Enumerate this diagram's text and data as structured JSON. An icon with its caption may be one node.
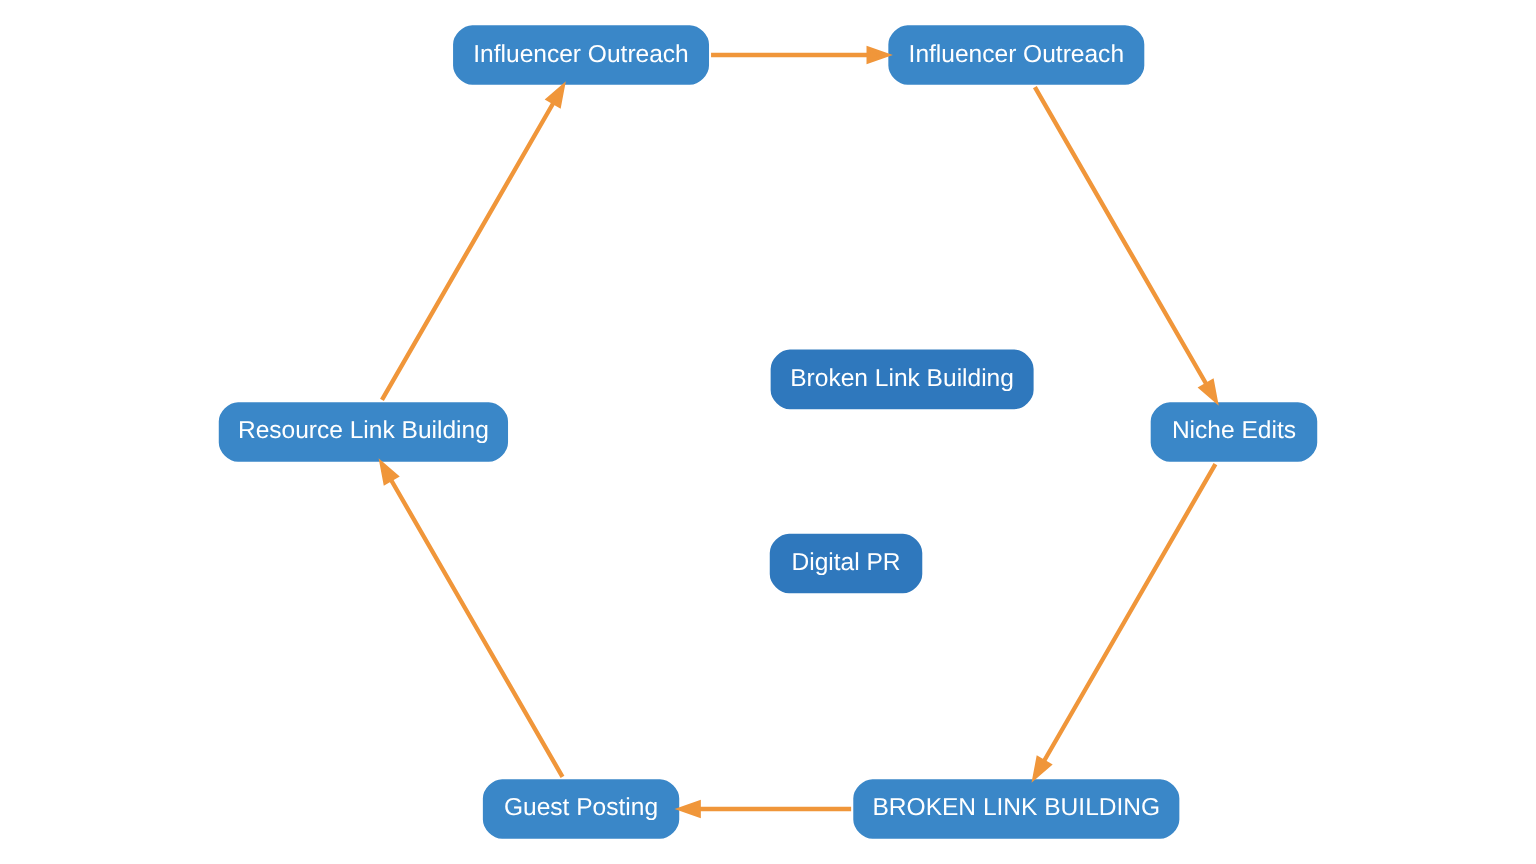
{
  "diagram": {
    "nodes": [
      {
        "text": [
          "BROKEN LINK BUILDING"
        ]
      },
      {
        "text": [
          "Guest Posting"
        ]
      },
      {
        "text": [
          "Resource Link Building"
        ]
      },
      {
        "text": [
          "Influencer Outreach"
        ]
      },
      {
        "text": [
          "Digital PR"
        ]
      },
      {
        "text": [
          "Influencer Outreach"
        ]
      },
      {
        "text": [
          "Niche Edits"
        ]
      },
      {
        "text": [
          "Broken Link Building"
        ]
      }
    ],
    "edges": [
      {
        "from": 0,
        "to": 1,
        "arrow": "to"
      },
      {
        "from": 1,
        "to": 2,
        "arrow": "to"
      },
      {
        "from": 2,
        "to": 3,
        "arrow": "to"
      },
      {
        "from": 3,
        "to": 5,
        "arrow": "to"
      },
      {
        "from": 5,
        "to": 6,
        "arrow": "to"
      },
      {
        "from": 6,
        "to": 0,
        "arrow": "to"
      }
    ]
  }
}
